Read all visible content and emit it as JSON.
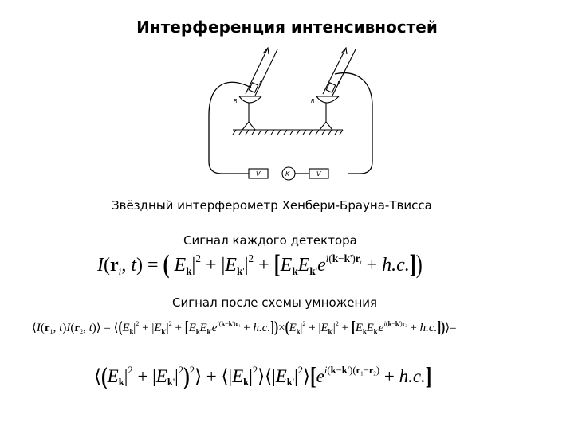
{
  "slide": {
    "title": "Интерференция интенсивностей",
    "caption_diagram": "Звёздный интерферометр Хенбери-Брауна-Твисса",
    "caption_signal": "Сигнал каждого  детектора",
    "caption_product": "Сигнал после схемы умножения"
  },
  "diagram": {
    "labels": {
      "r": "R",
      "f": "F",
      "v": "V",
      "k": "K"
    }
  },
  "equations": {
    "eq1_text": "I(r_i, t) = ⟨ |E_k|^2 + |E_k'|^2 + [E_k E_k' e^{i(k−k')r_i} + h.c.] ⟩",
    "eq2_text": "⟨I(r_1,t) I(r_2,t)⟩ = ⟨(|E_k|^2 + |E_k'|^2 + [E_k E_k' e^{i(k−k')r_1} + h.c.])(|E_k|^2 + |E_k'|^2 + [E_k E_k' e^{i(k−k')r_2} + h.c.])⟩ =",
    "eq3_text": "⟨(|E_k|^2 + |E_k'|^2)⟩^2 + ⟨|E_k|^2⟩⟨|E_k'|^2⟩[e^{i(k−k')(r_1−r_2)} + h.c.]"
  }
}
